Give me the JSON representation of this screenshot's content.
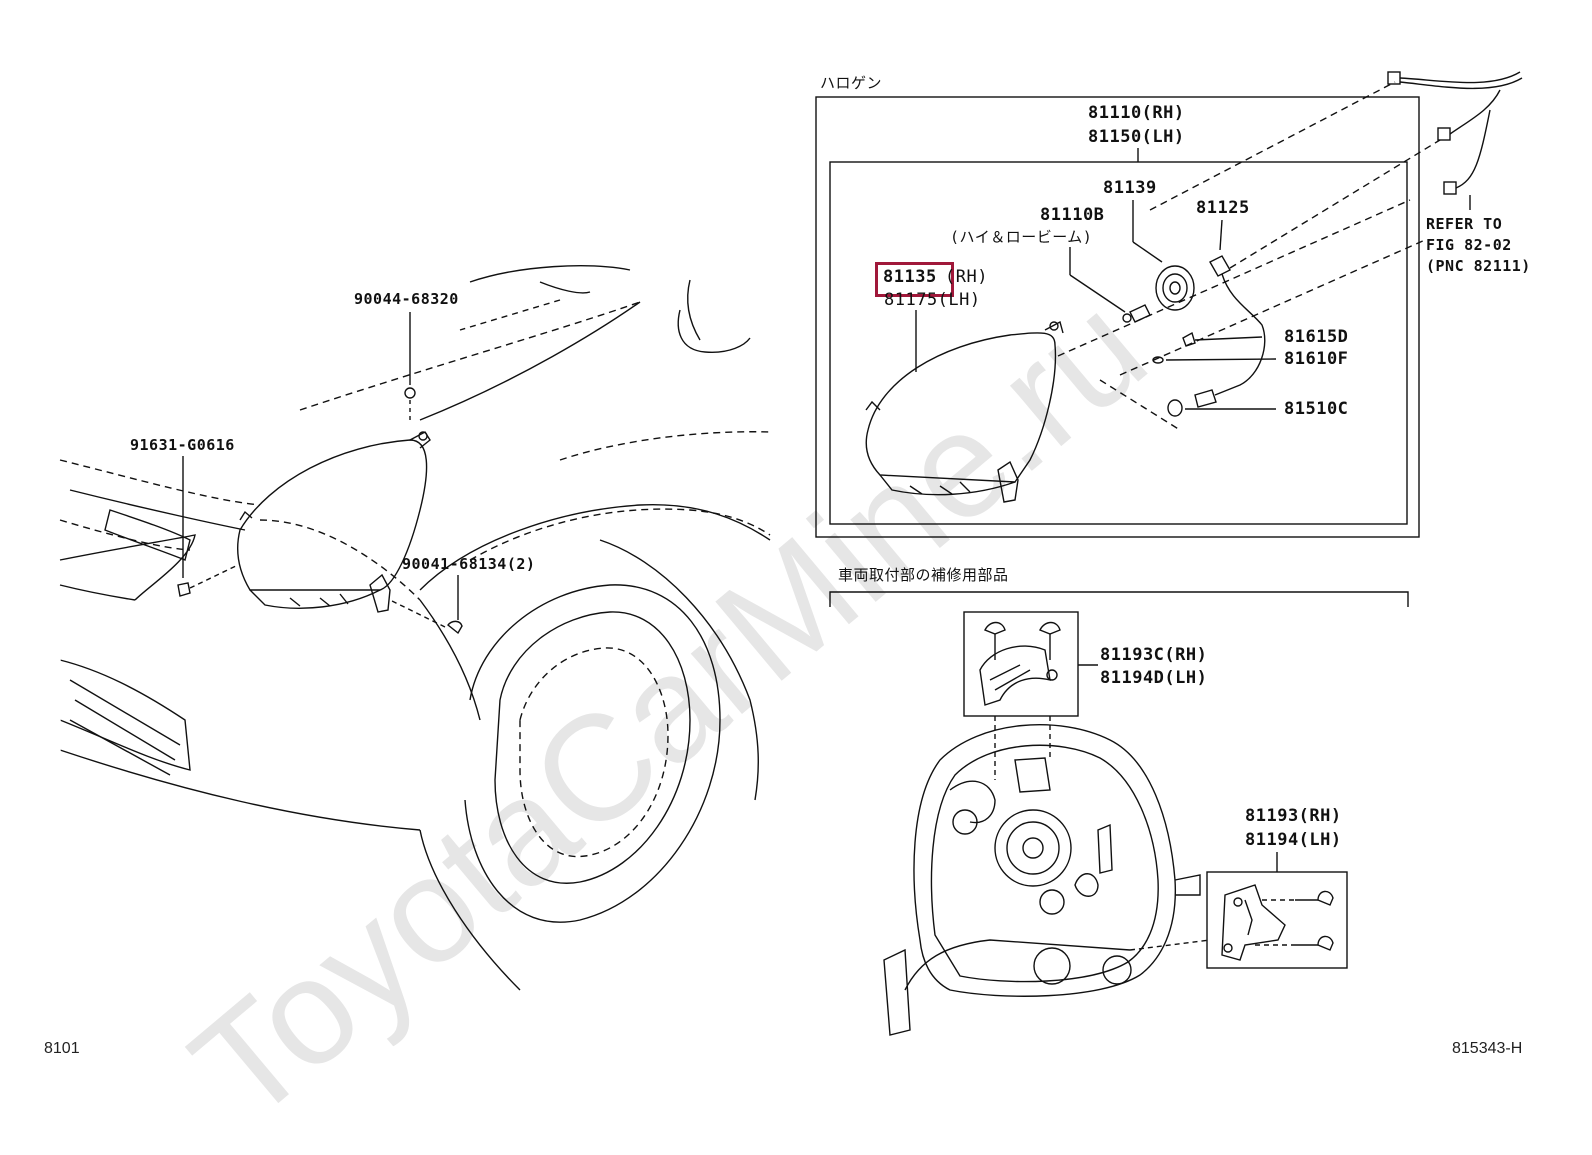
{
  "watermark": "ToyotaCarMine.ru",
  "sections": {
    "halogen": "ハロゲン",
    "vehicle_mount": "車両取付部の補修用部品"
  },
  "parts": {
    "p81110": "81110(RH)",
    "p81150": "81150(LH)",
    "p81139": "81139",
    "p81125": "81125",
    "p81110b": "81110B",
    "p81110b_note": "(ハイ＆ロービーム)",
    "p81135_num": "81135",
    "p81135_side": "(RH)",
    "p81175": "81175(LH)",
    "p81615d": "81615D",
    "p81610f": "81610F",
    "p81510c": "81510C",
    "ref1": "REFER TO",
    "ref2": "FIG 82-02",
    "ref3": "(PNC 82111)",
    "p90044": "90044-68320",
    "p91631": "91631-G0616",
    "p90041": "90041-68134(2)",
    "p81193c": "81193C(RH)",
    "p81194d": "81194D(LH)",
    "p81193": "81193(RH)",
    "p81194": "81194(LH)"
  },
  "footer": {
    "left": "8101",
    "right": "815343-H"
  },
  "highlight_color": "#a0183a"
}
